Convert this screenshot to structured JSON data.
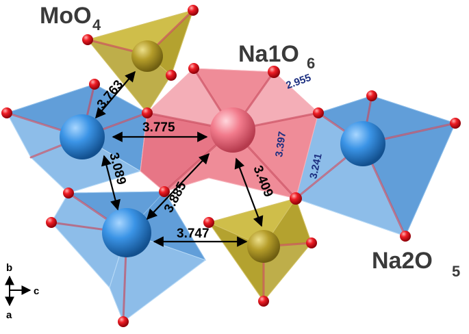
{
  "labels": {
    "moo4_main": "MoO",
    "moo4_sub": "4",
    "na1o6_main": "Na1O",
    "na1o6_sub": "6",
    "na2o5_main": "Na2O",
    "na2o5_sub": "5"
  },
  "distances": {
    "d_3763": "3.763",
    "d_3775": "3.775",
    "d_3089": "3.089",
    "d_3885": "3.885",
    "d_3409": "3.409",
    "d_3747": "3.747",
    "d_2955": "2.955",
    "d_3397": "3.397",
    "d_3241": "3.241"
  },
  "axes": {
    "b": "b",
    "c": "c",
    "a": "a"
  },
  "colors": {
    "na_polyhedra": "#5f9fdc",
    "na1_polyhedron": "#f08a96",
    "mo_tetrahedra": "#b3a02a",
    "oxygen": "#e0141e",
    "distance_primary": "#000000",
    "distance_secondary": "#1c2f80"
  }
}
